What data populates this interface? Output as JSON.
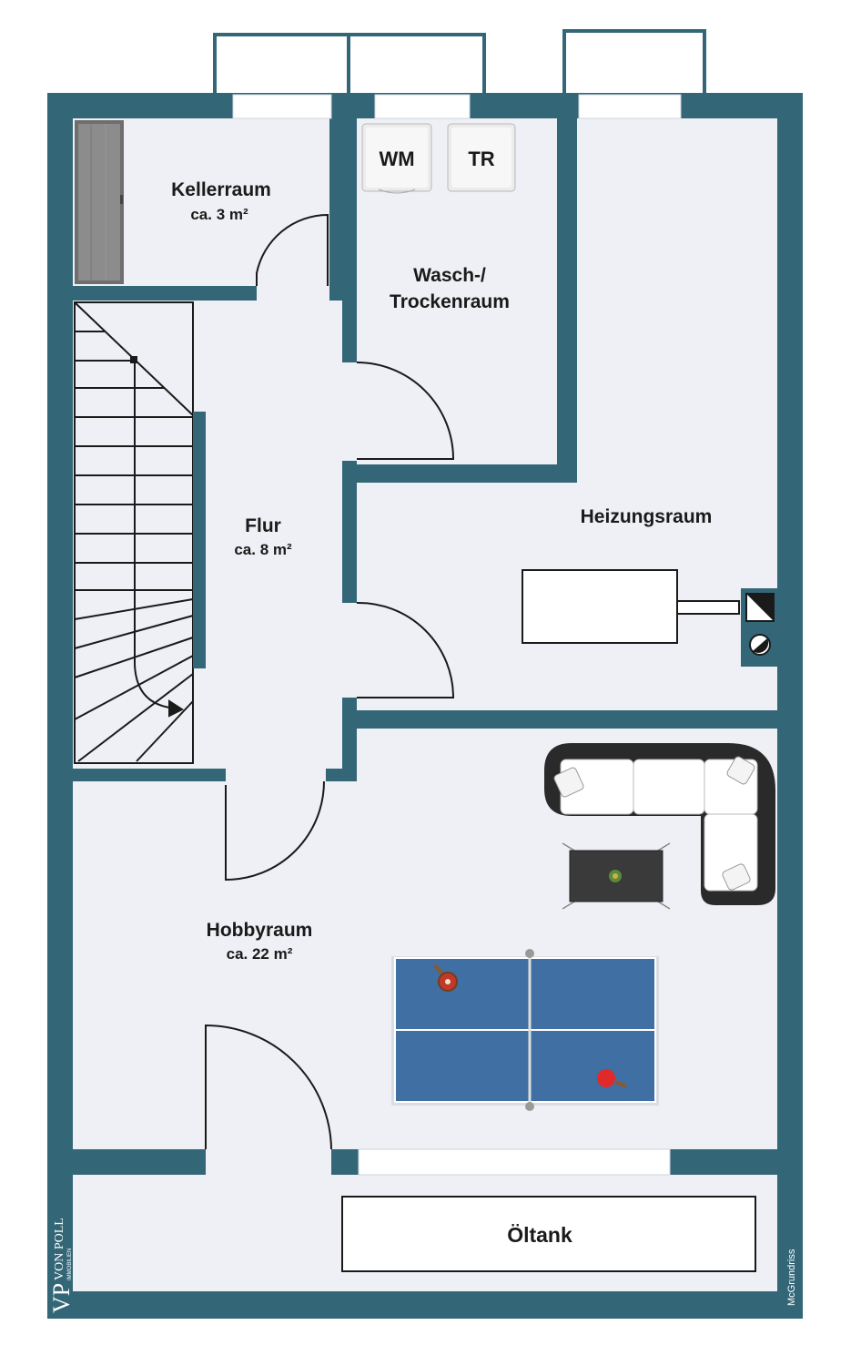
{
  "rooms": {
    "kellerraum": {
      "name": "Kellerraum",
      "area": "ca. 3 m²"
    },
    "wasch_line1": "Wasch-/",
    "wasch_line2": "Trockenraum",
    "heizung": {
      "name": "Heizungsraum"
    },
    "flur": {
      "name": "Flur",
      "area": "ca. 8 m²"
    },
    "hobby": {
      "name": "Hobbyraum",
      "area": "ca. 22 m²"
    },
    "oeltank": {
      "name": "Öltank"
    }
  },
  "appliances": {
    "washer": "WM",
    "dryer": "TR"
  },
  "branding": {
    "logo_mark": "VP",
    "logo_name": "VON POLL",
    "logo_sub": "IMMOBILIEN",
    "credit": "McGrundriss"
  },
  "colors": {
    "wall": "#336677",
    "floor": "#eef0f5",
    "table": "#3f6fa3",
    "sofa": "#2a2a2a"
  }
}
